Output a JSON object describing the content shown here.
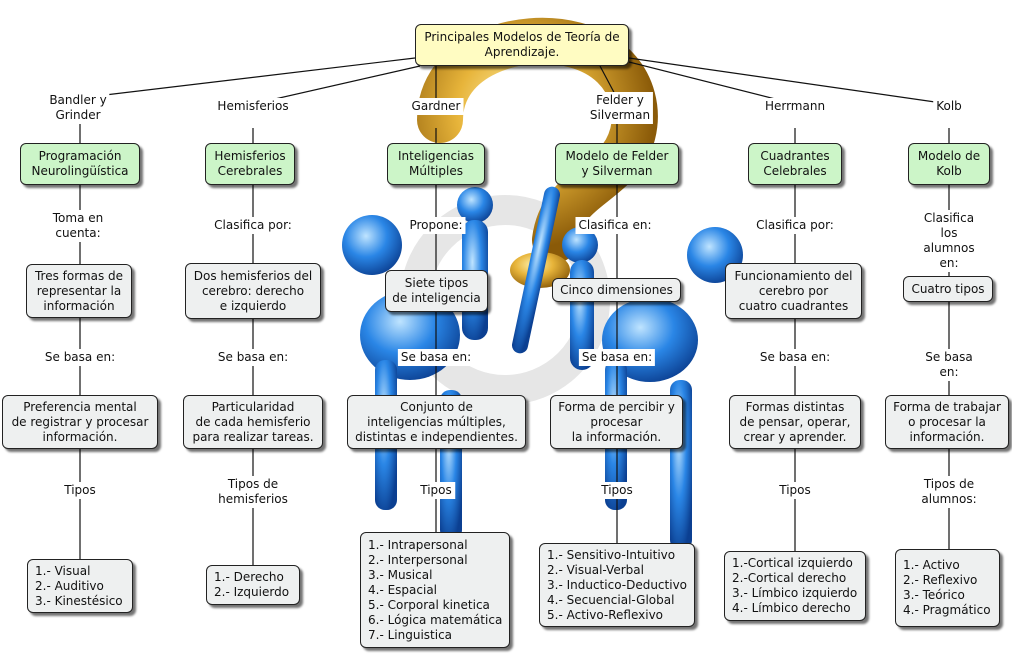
{
  "title": "Principales Modelos de Teoría de\nAprendizaje.",
  "colors": {
    "root_fill": "#fffcc2",
    "category_fill": "#ccf5c8",
    "concept_fill": "#eef0f0",
    "border": "#222222",
    "figure_blue": "#2a86e6",
    "question_gold": "#d9a21e"
  },
  "decoration": {
    "question_mark_icon": "gold-question-mark",
    "figure_icons": [
      "blue-thinking-figure",
      "blue-thinking-figure"
    ]
  },
  "columns": [
    {
      "link": "Bandler y\nGrinder",
      "model": "Programación\nNeurolingüística",
      "rel1": "Toma en\ncuenta:",
      "concept": "Tres formas de\nrepresentar la\ninformación",
      "rel2": "Se basa en:",
      "basis": "Preferencia mental\nde registrar y procesar\ninformación.",
      "rel3": "Tipos",
      "types": "1.- Visual\n2.- Auditivo\n3.- Kinestésico"
    },
    {
      "link": "Hemisferios",
      "model": "Hemisferios\nCerebrales",
      "rel1": "Clasifica por:",
      "concept": "Dos hemisferios del\ncerebro: derecho\ne izquierdo",
      "rel2": "Se basa en:",
      "basis": "Particularidad\nde cada hemisferio\npara realizar tareas.",
      "rel3": "Tipos de\nhemisferios",
      "types": "1.- Derecho\n2.- Izquierdo"
    },
    {
      "link": "Gardner",
      "model": "Inteligencias\nMúltiples",
      "rel1": "Propone:",
      "concept": "Siete tipos\nde inteligencia",
      "rel2": "Se basa en:",
      "basis": "Conjunto de\ninteligencias múltiples,\ndistintas e independientes.",
      "rel3": "Tipos",
      "types": "1.- Intrapersonal\n2.- Interpersonal\n3.- Musical\n4.- Espacial\n5.- Corporal kinetica\n6.- Lógica matemática\n7.- Linguistica"
    },
    {
      "link": "Felder y\nSilverman",
      "model": "Modelo de Felder\ny Silverman",
      "rel1": "Clasifica en:",
      "concept": "Cinco dimensiones",
      "rel2": "Se basa en:",
      "basis": "Forma de percibir y\nprocesar\nla información.",
      "rel3": "Tipos",
      "types": "1.- Sensitivo-Intuitivo\n2.- Visual-Verbal\n3.- Inductico-Deductivo\n4.- Secuencial-Global\n5.- Activo-Reflexivo"
    },
    {
      "link": "Herrmann",
      "model": "Cuadrantes\nCelebrales",
      "rel1": "Clasifica por:",
      "concept": "Funcionamiento del\ncerebro por\ncuatro cuadrantes",
      "rel2": "Se basa en:",
      "basis": "Formas distintas\nde pensar, operar,\ncrear y aprender.",
      "rel3": "Tipos",
      "types": "1.-Cortical izquierdo\n2.-Cortical derecho\n3.- Límbico izquierdo\n4.- Límbico derecho"
    },
    {
      "link": "Kolb",
      "model": "Modelo de\nKolb",
      "rel1": "Clasifica los\nalumnos en:",
      "concept": "Cuatro tipos",
      "rel2": "Se basa en:",
      "basis": "Forma de trabajar\no procesar la\ninformación.",
      "rel3": "Tipos de\nalumnos:",
      "types": "1.- Activo\n2.- Reflexivo\n3.- Teórico\n4.- Pragmático"
    }
  ]
}
